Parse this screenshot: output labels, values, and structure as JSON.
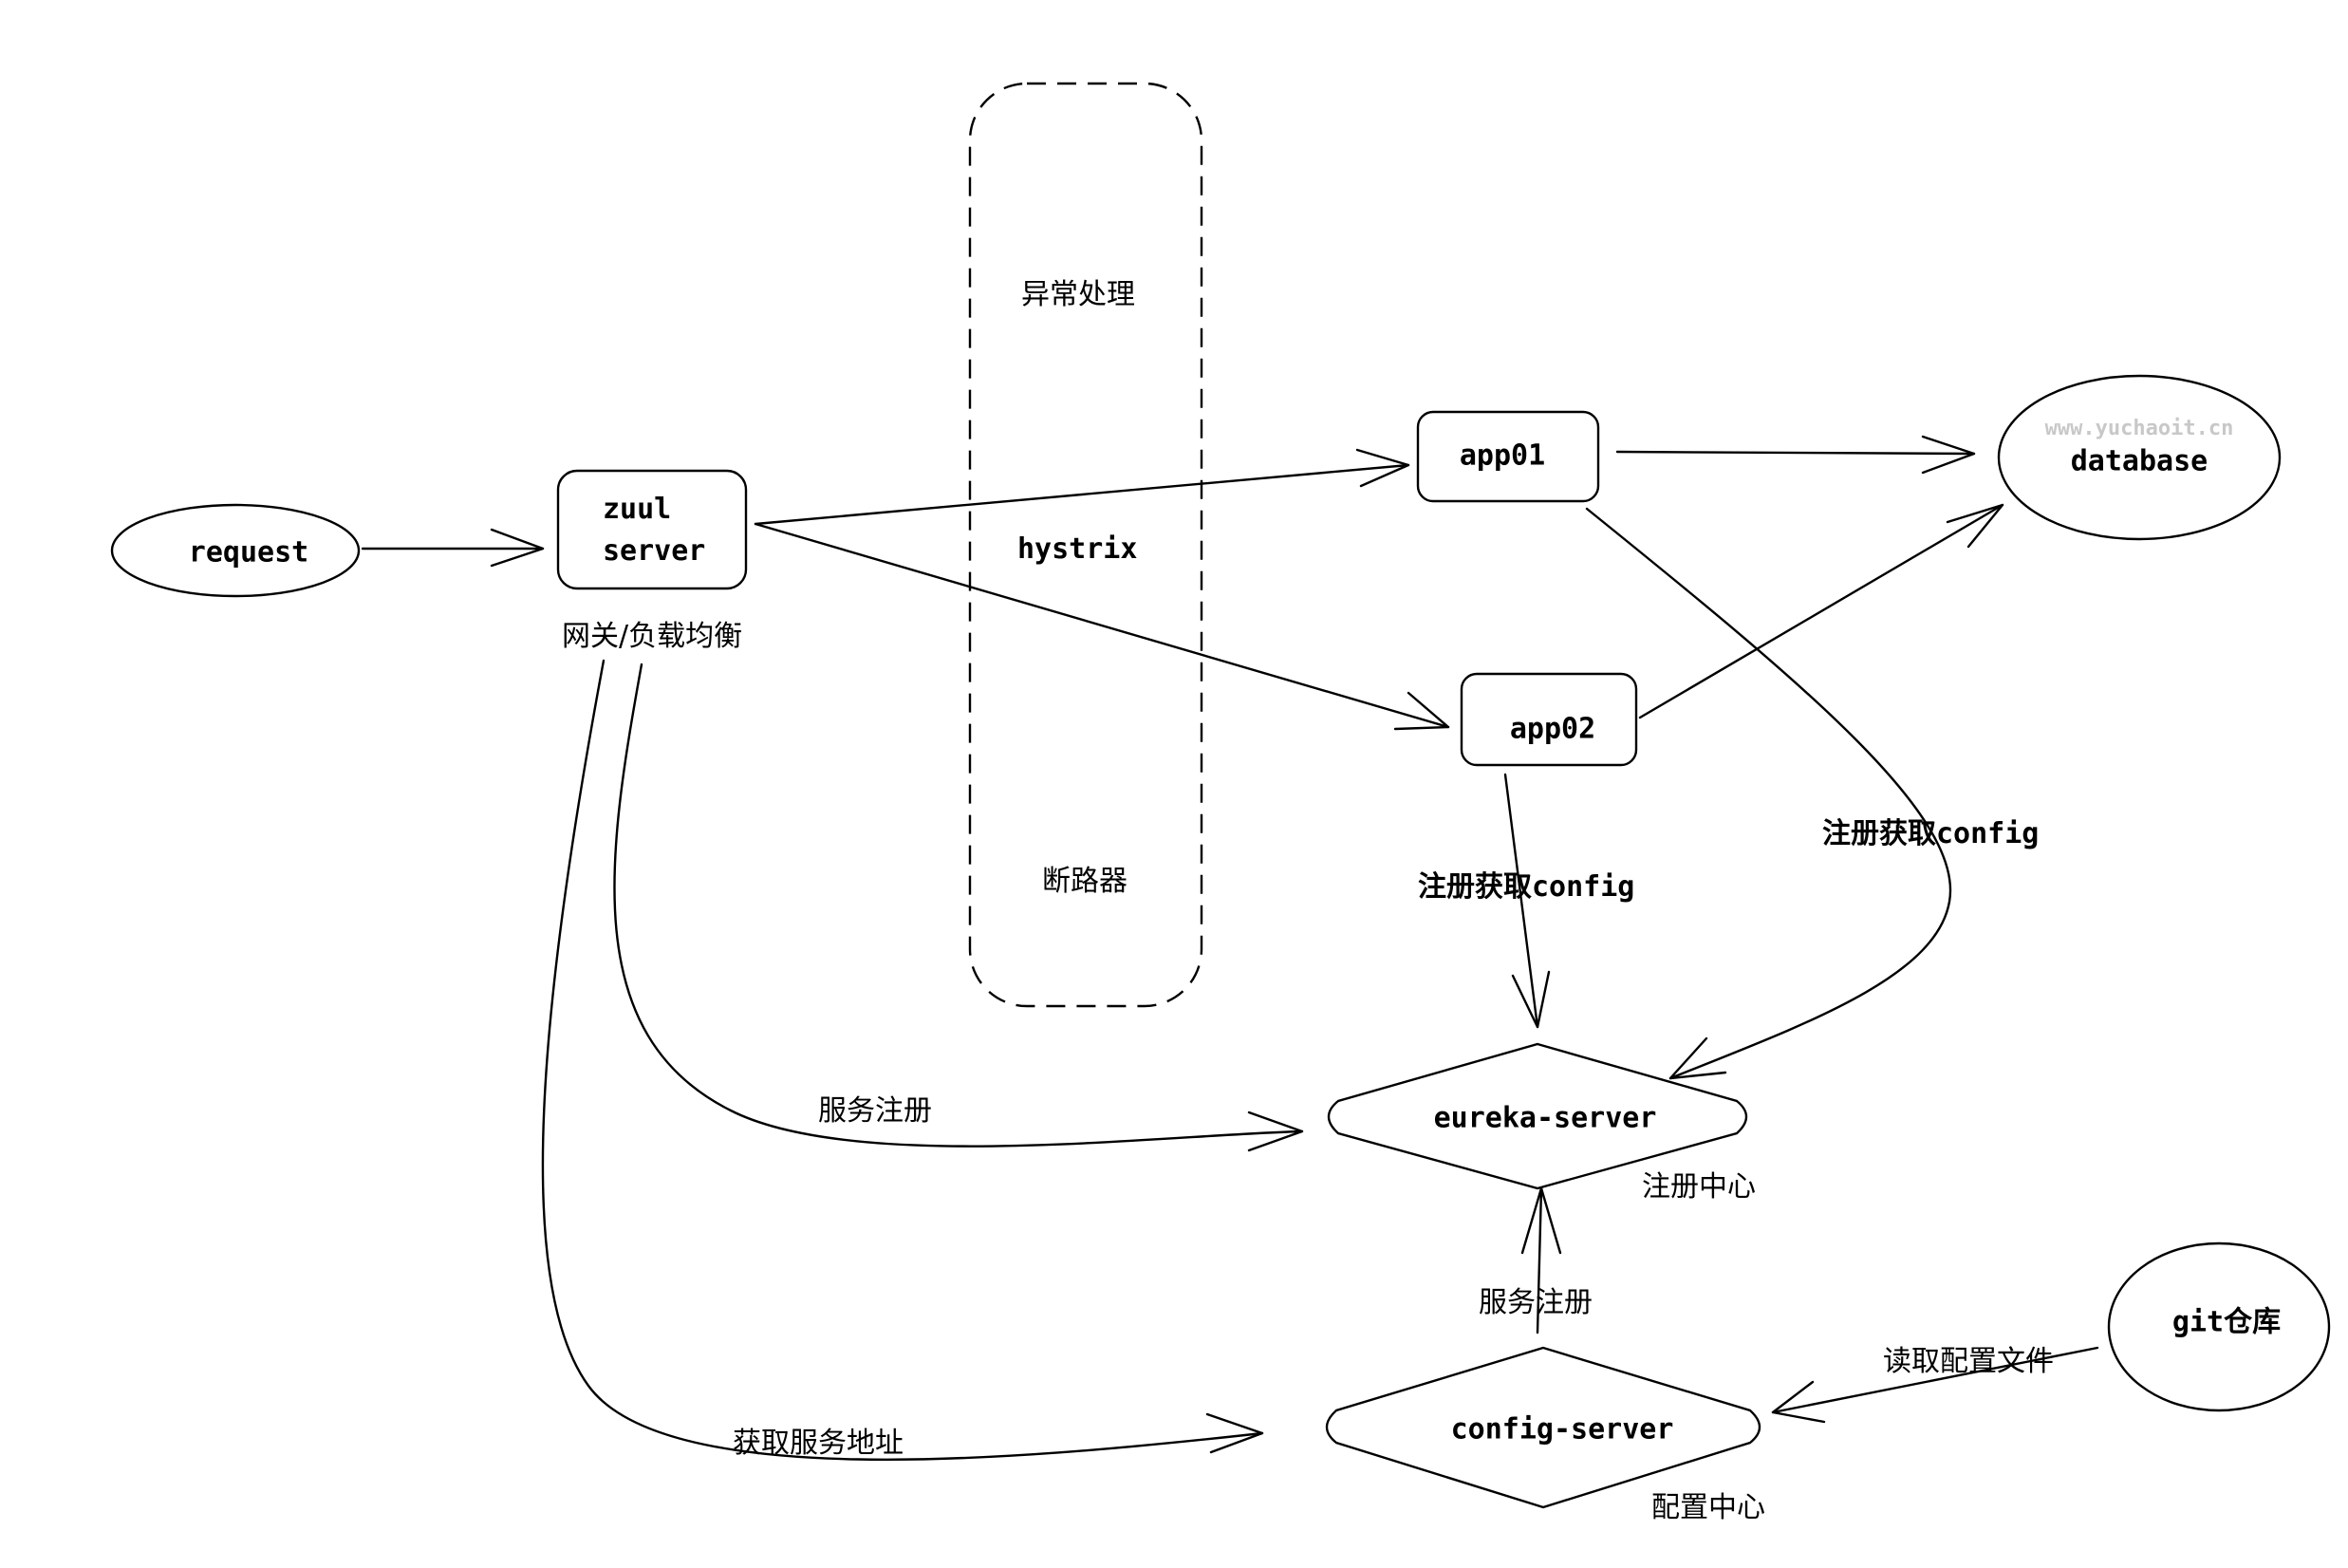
{
  "nodes": {
    "request": "request",
    "zuul_line1": "zuul",
    "zuul_line2": "server",
    "app01": "app01",
    "app02": "app02",
    "database": "database",
    "eureka": "eureka-server",
    "config": "config-server",
    "git": "git仓库"
  },
  "labels": {
    "gateway": "网关/负载均衡",
    "exception": "异常处理",
    "hystrix": "hystrix",
    "breaker": "断路器",
    "register_config_app02": "注册获取config",
    "register_config_app01": "注册获取config",
    "service_register_zuul": "服务注册",
    "service_register_config": "服务注册",
    "fetch_address": "获取服务地址",
    "registry_center": "注册中心",
    "config_center": "配置中心",
    "read_config": "读取配置文件",
    "watermark": "www.yuchaoit.cn"
  },
  "colors": {
    "line": "#000000",
    "watermark": "#c8c8c8"
  }
}
